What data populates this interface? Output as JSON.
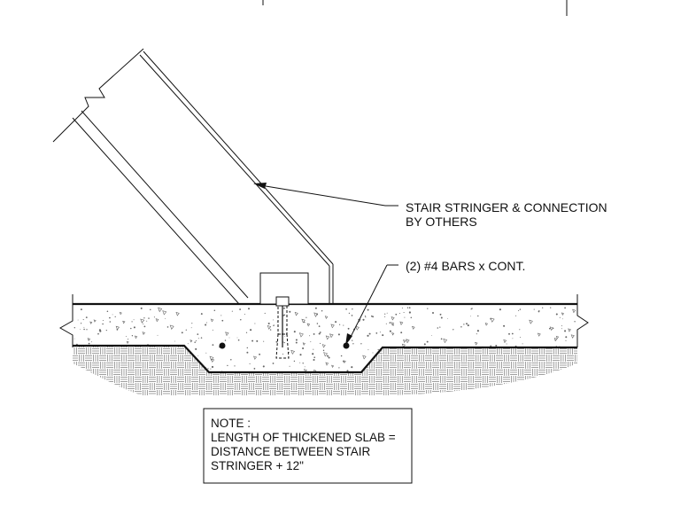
{
  "callouts": {
    "stringer_line1": "STAIR STRINGER & CONNECTION",
    "stringer_line2": "BY OTHERS",
    "rebar": "(2) #4 BARS x CONT."
  },
  "note": {
    "title": "NOTE :",
    "line1": "LENGTH OF THICKENED SLAB =",
    "line2": "DISTANCE BETWEEN STAIR",
    "line3": "STRINGER + 12\""
  },
  "colors": {
    "ink": "#111111",
    "concrete_dots": "#555555",
    "soil_hatch": "#777777"
  }
}
